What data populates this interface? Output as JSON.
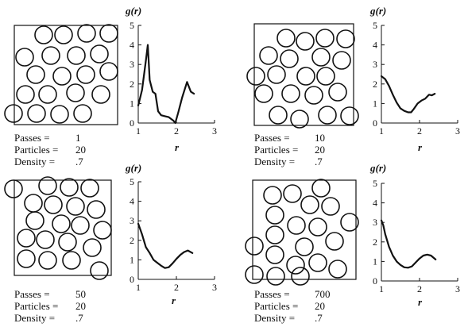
{
  "panels": [
    {
      "labels": {
        "passes": "Passes =",
        "particles": "Particles =",
        "density": "Density ="
      },
      "values": {
        "passes": "1",
        "particles": "20",
        "density": ".7"
      },
      "plot": {
        "y_axis_title": "g(r)",
        "x_axis_title": "r",
        "y_ticks": [
          "0",
          "1",
          "2",
          "3",
          "4",
          "5"
        ],
        "x_ticks": [
          "1",
          "2",
          "3"
        ],
        "xlim": [
          1,
          3
        ],
        "ylim": [
          0,
          5
        ],
        "curve": [
          [
            1.0,
            0.9
          ],
          [
            1.1,
            1.7
          ],
          [
            1.2,
            3.2
          ],
          [
            1.25,
            4.0
          ],
          [
            1.3,
            2.2
          ],
          [
            1.38,
            1.6
          ],
          [
            1.45,
            1.5
          ],
          [
            1.52,
            0.6
          ],
          [
            1.6,
            0.4
          ],
          [
            1.7,
            0.35
          ],
          [
            1.8,
            0.3
          ],
          [
            1.92,
            0.12
          ],
          [
            1.97,
            0.0
          ],
          [
            2.05,
            0.55
          ],
          [
            2.15,
            1.3
          ],
          [
            2.28,
            2.1
          ],
          [
            2.38,
            1.6
          ],
          [
            2.46,
            1.5
          ]
        ]
      }
    },
    {
      "labels": {
        "passes": "Passes =",
        "particles": "Particles =",
        "density": "Density ="
      },
      "values": {
        "passes": "10",
        "particles": "20",
        "density": ".7"
      },
      "plot": {
        "y_axis_title": "g(r)",
        "x_axis_title": "r",
        "y_ticks": [
          "0",
          "1",
          "2",
          "3",
          "4",
          "5"
        ],
        "x_ticks": [
          "1",
          "2",
          "3"
        ],
        "xlim": [
          1,
          3
        ],
        "ylim": [
          0,
          5
        ],
        "curve": [
          [
            1.0,
            2.4
          ],
          [
            1.1,
            2.25
          ],
          [
            1.2,
            1.9
          ],
          [
            1.3,
            1.45
          ],
          [
            1.4,
            1.05
          ],
          [
            1.5,
            0.75
          ],
          [
            1.6,
            0.62
          ],
          [
            1.7,
            0.55
          ],
          [
            1.78,
            0.55
          ],
          [
            1.85,
            0.72
          ],
          [
            1.95,
            1.0
          ],
          [
            2.05,
            1.15
          ],
          [
            2.15,
            1.25
          ],
          [
            2.25,
            1.45
          ],
          [
            2.32,
            1.42
          ],
          [
            2.4,
            1.5
          ]
        ]
      }
    },
    {
      "labels": {
        "passes": "Passes =",
        "particles": "Particles =",
        "density": "Density ="
      },
      "values": {
        "passes": "50",
        "particles": "20",
        "density": ".7"
      },
      "plot": {
        "y_axis_title": "g(r)",
        "x_axis_title": "r",
        "y_ticks": [
          "0",
          "1",
          "2",
          "3",
          "4",
          "5"
        ],
        "x_ticks": [
          "1",
          "2",
          "3"
        ],
        "xlim": [
          1,
          3
        ],
        "ylim": [
          0,
          5
        ],
        "curve": [
          [
            1.0,
            2.85
          ],
          [
            1.1,
            2.3
          ],
          [
            1.2,
            1.65
          ],
          [
            1.3,
            1.35
          ],
          [
            1.4,
            1.0
          ],
          [
            1.5,
            0.85
          ],
          [
            1.6,
            0.7
          ],
          [
            1.7,
            0.58
          ],
          [
            1.8,
            0.62
          ],
          [
            1.9,
            0.82
          ],
          [
            2.0,
            1.05
          ],
          [
            2.1,
            1.25
          ],
          [
            2.2,
            1.4
          ],
          [
            2.3,
            1.48
          ],
          [
            2.42,
            1.35
          ]
        ]
      }
    },
    {
      "labels": {
        "passes": "Passes =",
        "particles": "Particles =",
        "density": "Density ="
      },
      "values": {
        "passes": "700",
        "particles": "20",
        "density": ".7"
      },
      "plot": {
        "y_axis_title": "g(r)",
        "x_axis_title": "r",
        "y_ticks": [
          "0",
          "1",
          "2",
          "3",
          "4",
          "5"
        ],
        "x_ticks": [
          "1",
          "2",
          "3"
        ],
        "xlim": [
          1,
          3
        ],
        "ylim": [
          0,
          5
        ],
        "curve": [
          [
            1.0,
            3.1
          ],
          [
            1.05,
            2.85
          ],
          [
            1.1,
            2.4
          ],
          [
            1.2,
            1.75
          ],
          [
            1.3,
            1.3
          ],
          [
            1.4,
            1.0
          ],
          [
            1.5,
            0.82
          ],
          [
            1.6,
            0.7
          ],
          [
            1.7,
            0.68
          ],
          [
            1.8,
            0.75
          ],
          [
            1.9,
            0.95
          ],
          [
            2.0,
            1.15
          ],
          [
            2.1,
            1.3
          ],
          [
            2.2,
            1.35
          ],
          [
            2.3,
            1.3
          ],
          [
            2.42,
            1.1
          ]
        ]
      }
    }
  ]
}
